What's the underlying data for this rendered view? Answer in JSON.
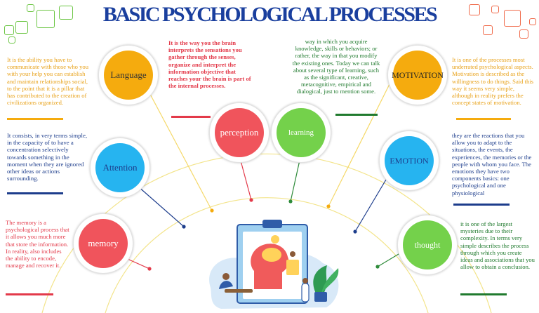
{
  "title": "BASIC PSYCHOLOGICAL PROCESSES",
  "colors": {
    "title": "#1a3f9e",
    "orange": "#f5ab0e",
    "red": "#f0545c",
    "green": "#74d14b",
    "blue": "#26b4f0"
  },
  "nodes": {
    "language": {
      "label": "Language",
      "text": "It is the ability you have to communicate with those who you with your help you can establish and maintain relationships social, to the point that it is a pillar that has contributed to the creation of civilizations organized."
    },
    "perception": {
      "label": "perception",
      "text": "It is the way you the brain interprets the sensations you gather through the senses, organize and interpret the information objective that reaches your the brain is part of the internal processes."
    },
    "learning": {
      "label": "learning",
      "text": "way in which you acquire knowledge, skills or behaviors; or rather, the way in that you modify the existing ones. Today we can talk about several type of learning, such as the significant, creative, metacognitive, empirical and dialogical, just to mention some."
    },
    "motivation": {
      "label": "MOTIVATION",
      "text": "It is one of the processes most underrated psychological aspects. Motivation is described as the willingness to do things. Said this way it seems very simple, although in reality prefers the concept states of motivation."
    },
    "attention": {
      "label": "Attention",
      "text": "It consists, in very terms simple, in the capacity of to have a concentration selectively towards something in the moment when they are ignored other ideas or actions surrounding."
    },
    "emotion": {
      "label": "EMOTION",
      "text": "they are the reactions that you allow you to adapt to the situations, the events, the experiences, the memories or the people with whom you face. The emotions they have two components basics: one psychological and one physiological"
    },
    "memory": {
      "label": "memory",
      "text": "The memory is a psychological process that it allows you much more that store the information. In reality, also includes the ability to encode, manage and recover it."
    },
    "thought": {
      "label": "thought",
      "text": "it is one of the largest mysteries due to their complexity. In terms very simple describes the process through which you create ideas and associations that you allow to obtain a conclusion."
    }
  }
}
